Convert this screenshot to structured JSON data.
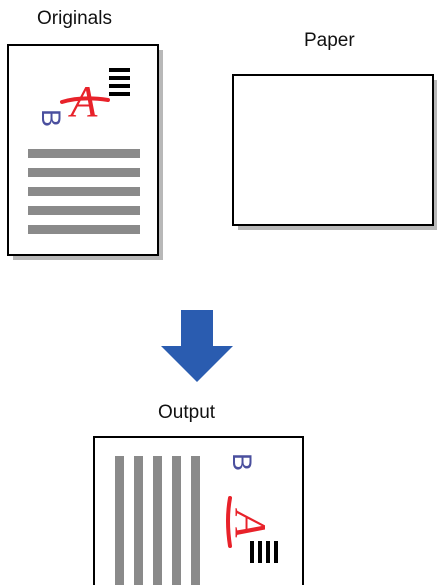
{
  "labels": {
    "originals": "Originals",
    "paper": "Paper",
    "output": "Output"
  },
  "original_doc": {
    "letter_b": "B",
    "letter_a": "A",
    "text_lines": 5,
    "corner_lines": 4
  },
  "output_doc": {
    "letter_b": "B",
    "letter_a": "A",
    "vertical_bars": 5,
    "corner_bars": 4
  },
  "colors": {
    "line_gray": "#8a8a8a",
    "text_blue": "#4a4f9e",
    "mark_red": "#e8222a",
    "arrow_blue": "#2a5cb0",
    "frame": "#000000",
    "shadow": "#b8b8b8"
  },
  "icons": {
    "arrow": "arrow-down-icon"
  }
}
